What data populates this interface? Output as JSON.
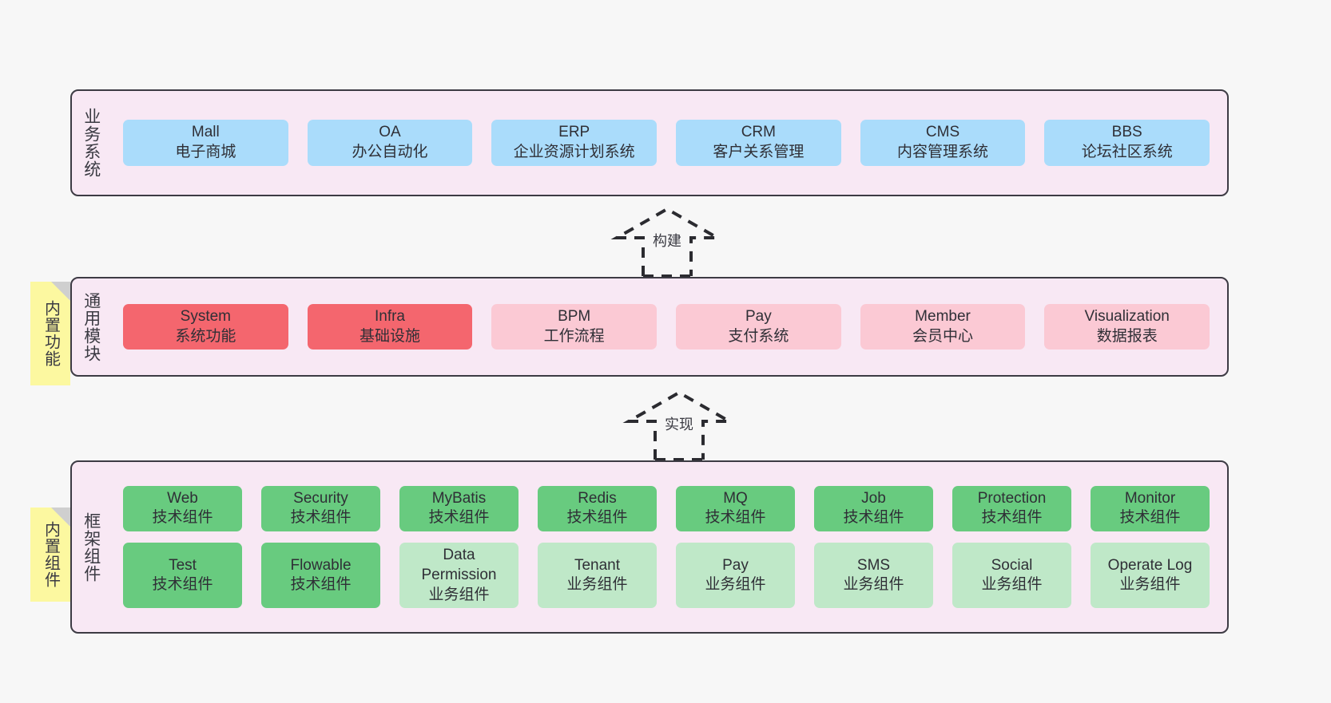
{
  "diagram": {
    "title_hidden": "",
    "colors": {
      "background": "#f7f7f7",
      "layer_fill": "#f8e8f4",
      "layer_border": "#3d3b44",
      "business": "#aadcfb",
      "module_core": "#f4666e",
      "module_optional": "#fbc9d4",
      "component_tech": "#68cb7f",
      "component_business": "#bfe8c8",
      "note_fill": "#fcf8a0",
      "note_fold": "#cfcfcf"
    }
  },
  "layers": [
    {
      "id": "business-system",
      "title": "业务系统",
      "nodes": [
        {
          "en": "Mall",
          "cn": "电子商城",
          "style": "blue"
        },
        {
          "en": "OA",
          "cn": "办公自动化",
          "style": "blue"
        },
        {
          "en": "ERP",
          "cn": "企业资源计划系统",
          "style": "blue"
        },
        {
          "en": "CRM",
          "cn": "客户关系管理",
          "style": "blue"
        },
        {
          "en": "CMS",
          "cn": "内容管理系统",
          "style": "blue"
        },
        {
          "en": "BBS",
          "cn": "论坛社区系统",
          "style": "blue"
        }
      ]
    },
    {
      "id": "common-module",
      "title": "通用模块",
      "note": "内置功能",
      "nodes": [
        {
          "en": "System",
          "cn": "系统功能",
          "style": "red"
        },
        {
          "en": "Infra",
          "cn": "基础设施",
          "style": "red"
        },
        {
          "en": "BPM",
          "cn": "工作流程",
          "style": "pink"
        },
        {
          "en": "Pay",
          "cn": "支付系统",
          "style": "pink"
        },
        {
          "en": "Member",
          "cn": "会员中心",
          "style": "pink"
        },
        {
          "en": "Visualization",
          "cn": "数据报表",
          "style": "pink"
        }
      ]
    },
    {
      "id": "framework-component",
      "title": "框架组件",
      "note": "内置组件",
      "rows": [
        [
          {
            "en": "Web",
            "cn": "技术组件",
            "style": "green"
          },
          {
            "en": "Security",
            "cn": "技术组件",
            "style": "green"
          },
          {
            "en": "MyBatis",
            "cn": "技术组件",
            "style": "green"
          },
          {
            "en": "Redis",
            "cn": "技术组件",
            "style": "green"
          },
          {
            "en": "MQ",
            "cn": "技术组件",
            "style": "green"
          },
          {
            "en": "Job",
            "cn": "技术组件",
            "style": "green"
          },
          {
            "en": "Protection",
            "cn": "技术组件",
            "style": "green"
          },
          {
            "en": "Monitor",
            "cn": "技术组件",
            "style": "green"
          }
        ],
        [
          {
            "en": "Test",
            "cn": "技术组件",
            "style": "green"
          },
          {
            "en": "Flowable",
            "cn": "技术组件",
            "style": "green"
          },
          {
            "en": "Data Permission",
            "cn": "业务组件",
            "style": "lgreen",
            "wrap": true
          },
          {
            "en": "Tenant",
            "cn": "业务组件",
            "style": "lgreen"
          },
          {
            "en": "Pay",
            "cn": "业务组件",
            "style": "lgreen"
          },
          {
            "en": "SMS",
            "cn": "业务组件",
            "style": "lgreen"
          },
          {
            "en": "Social",
            "cn": "业务组件",
            "style": "lgreen"
          },
          {
            "en": "Operate Log",
            "cn": "业务组件",
            "style": "lgreen"
          }
        ]
      ]
    }
  ],
  "arrows": [
    {
      "id": "build-arrow",
      "label": "构建"
    },
    {
      "id": "implement-arrow",
      "label": "实现"
    }
  ]
}
